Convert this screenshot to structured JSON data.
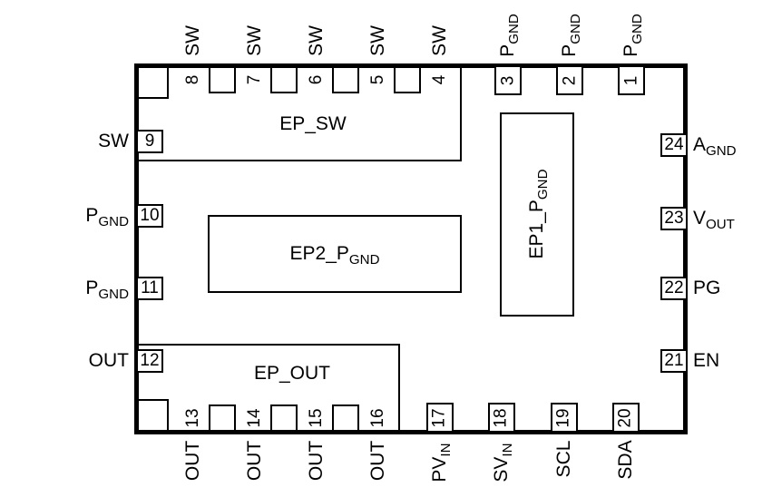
{
  "diagram_type": "ic-package-pinout",
  "colors": {
    "ink": "#000000",
    "background": "#ffffff"
  },
  "regions": {
    "ep_sw": {
      "label": "EP_SW",
      "sub": ""
    },
    "ep2": {
      "label": "EP2_P",
      "sub": "GND"
    },
    "ep1": {
      "label": "EP1_P",
      "sub": "GND"
    },
    "ep_out": {
      "label": "EP_OUT",
      "sub": ""
    }
  },
  "pins": {
    "top": [
      {
        "num": "8",
        "name": "SW",
        "sub": ""
      },
      {
        "num": "7",
        "name": "SW",
        "sub": ""
      },
      {
        "num": "6",
        "name": "SW",
        "sub": ""
      },
      {
        "num": "5",
        "name": "SW",
        "sub": ""
      },
      {
        "num": "4",
        "name": "SW",
        "sub": ""
      },
      {
        "num": "3",
        "name": "P",
        "sub": "GND"
      },
      {
        "num": "2",
        "name": "P",
        "sub": "GND"
      },
      {
        "num": "1",
        "name": "P",
        "sub": "GND"
      }
    ],
    "right": [
      {
        "num": "24",
        "name": "A",
        "sub": "GND"
      },
      {
        "num": "23",
        "name": "V",
        "sub": "OUT"
      },
      {
        "num": "22",
        "name": "PG",
        "sub": ""
      },
      {
        "num": "21",
        "name": "EN",
        "sub": ""
      }
    ],
    "bottom": [
      {
        "num": "13",
        "name": "OUT",
        "sub": ""
      },
      {
        "num": "14",
        "name": "OUT",
        "sub": ""
      },
      {
        "num": "15",
        "name": "OUT",
        "sub": ""
      },
      {
        "num": "16",
        "name": "OUT",
        "sub": ""
      },
      {
        "num": "17",
        "name": "PV",
        "sub": "IN"
      },
      {
        "num": "18",
        "name": "SV",
        "sub": "IN"
      },
      {
        "num": "19",
        "name": "SCL",
        "sub": ""
      },
      {
        "num": "20",
        "name": "SDA",
        "sub": ""
      }
    ],
    "left": [
      {
        "num": "9",
        "name": "SW",
        "sub": ""
      },
      {
        "num": "10",
        "name": "P",
        "sub": "GND"
      },
      {
        "num": "11",
        "name": "P",
        "sub": "GND"
      },
      {
        "num": "12",
        "name": "OUT",
        "sub": ""
      }
    ]
  }
}
